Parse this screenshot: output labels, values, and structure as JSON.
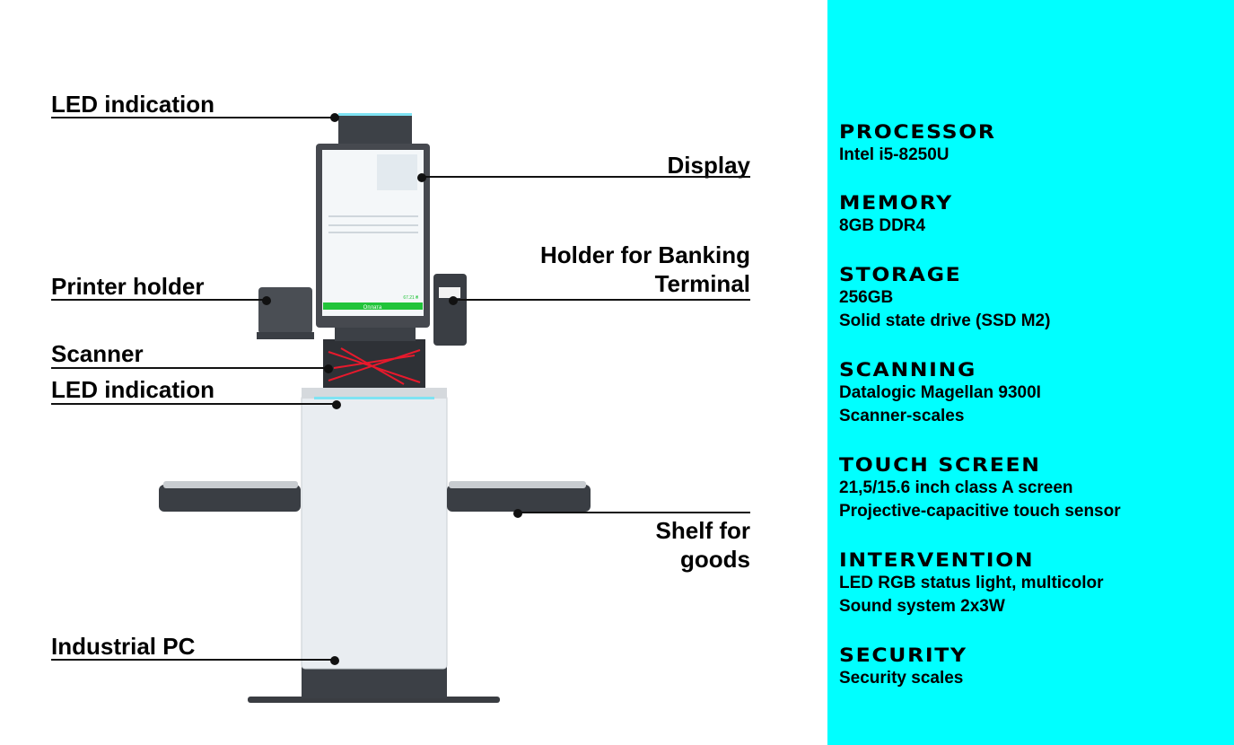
{
  "callouts": {
    "led_top": "LED indication",
    "display": "Display",
    "holder_line1": "Holder for Banking",
    "holder_line2": "Terminal",
    "printer": "Printer holder",
    "scanner": "Scanner",
    "led_bottom": "LED indication",
    "shelf_line1": "Shelf for",
    "shelf_line2": "goods",
    "pc": "Industrial PC"
  },
  "screen": {
    "pay_button": "Оплата",
    "total": "67.21 ₴"
  },
  "specs": [
    {
      "title": "PROCESSOR",
      "lines": [
        "Intel i5-8250U"
      ]
    },
    {
      "title": "MEMORY",
      "lines": [
        "8GB DDR4"
      ]
    },
    {
      "title": "STORAGE",
      "lines": [
        "256GB",
        "Solid state drive (SSD M2)"
      ]
    },
    {
      "title": "SCANNING",
      "lines": [
        "Datalogic Magellan 9300I",
        "Scanner-scales"
      ]
    },
    {
      "title": "TOUCH SCREEN",
      "lines": [
        "21,5/15.6 inch class A screen",
        "Projective-capacitive touch sensor"
      ]
    },
    {
      "title": "INTERVENTION",
      "lines": [
        "LED RGB status light, multicolor",
        "Sound system 2x3W"
      ]
    },
    {
      "title": "SECURITY",
      "lines": [
        "Security scales"
      ]
    }
  ],
  "colors": {
    "panel": "#00ffff",
    "pay_green": "#22c43a",
    "laser": "#e8192c"
  }
}
